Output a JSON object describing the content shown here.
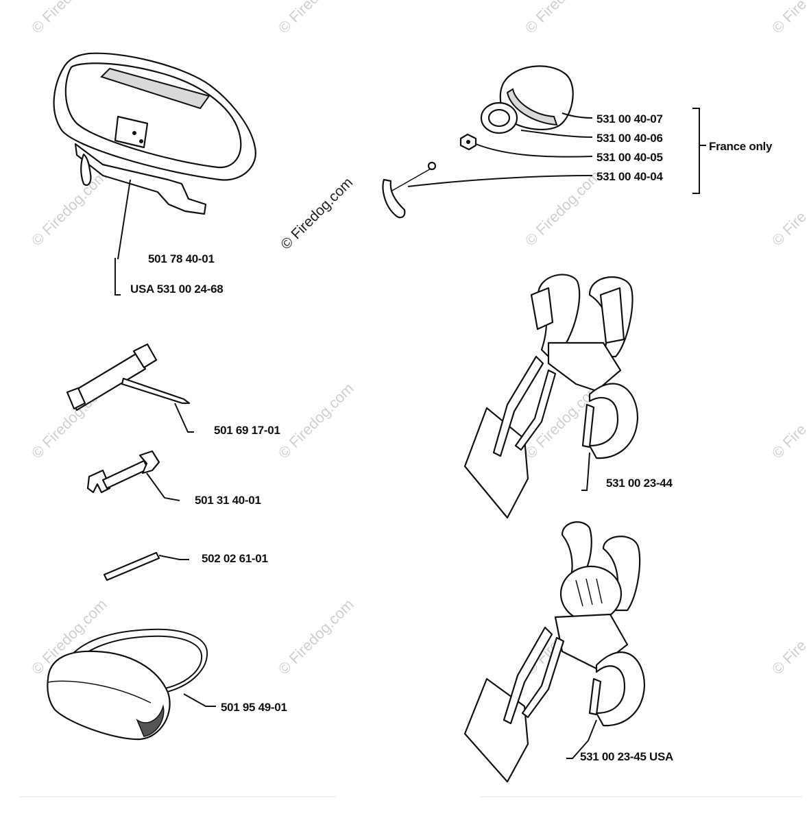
{
  "watermarks": {
    "copyright": "© Firedog.com",
    "partial": "© Fire"
  },
  "parts": {
    "carry_bag": {
      "number": "501 78 40-01",
      "usa_number": "USA 531 00 24-68"
    },
    "cap_kit": {
      "items": [
        "531 00 40-07",
        "531 00 40-06",
        "531 00 40-05",
        "531 00 40-04"
      ],
      "note": "France only"
    },
    "combi_wrench": {
      "number": "501 69 17-01"
    },
    "spanner": {
      "number": "501 31 40-01"
    },
    "pin": {
      "number": "502 02 61-01"
    },
    "blade_guard": {
      "number": "501 95 49-01"
    },
    "harness": {
      "number": "531 00 23-44"
    },
    "harness_usa": {
      "number": "531 00 23-45 USA"
    }
  }
}
